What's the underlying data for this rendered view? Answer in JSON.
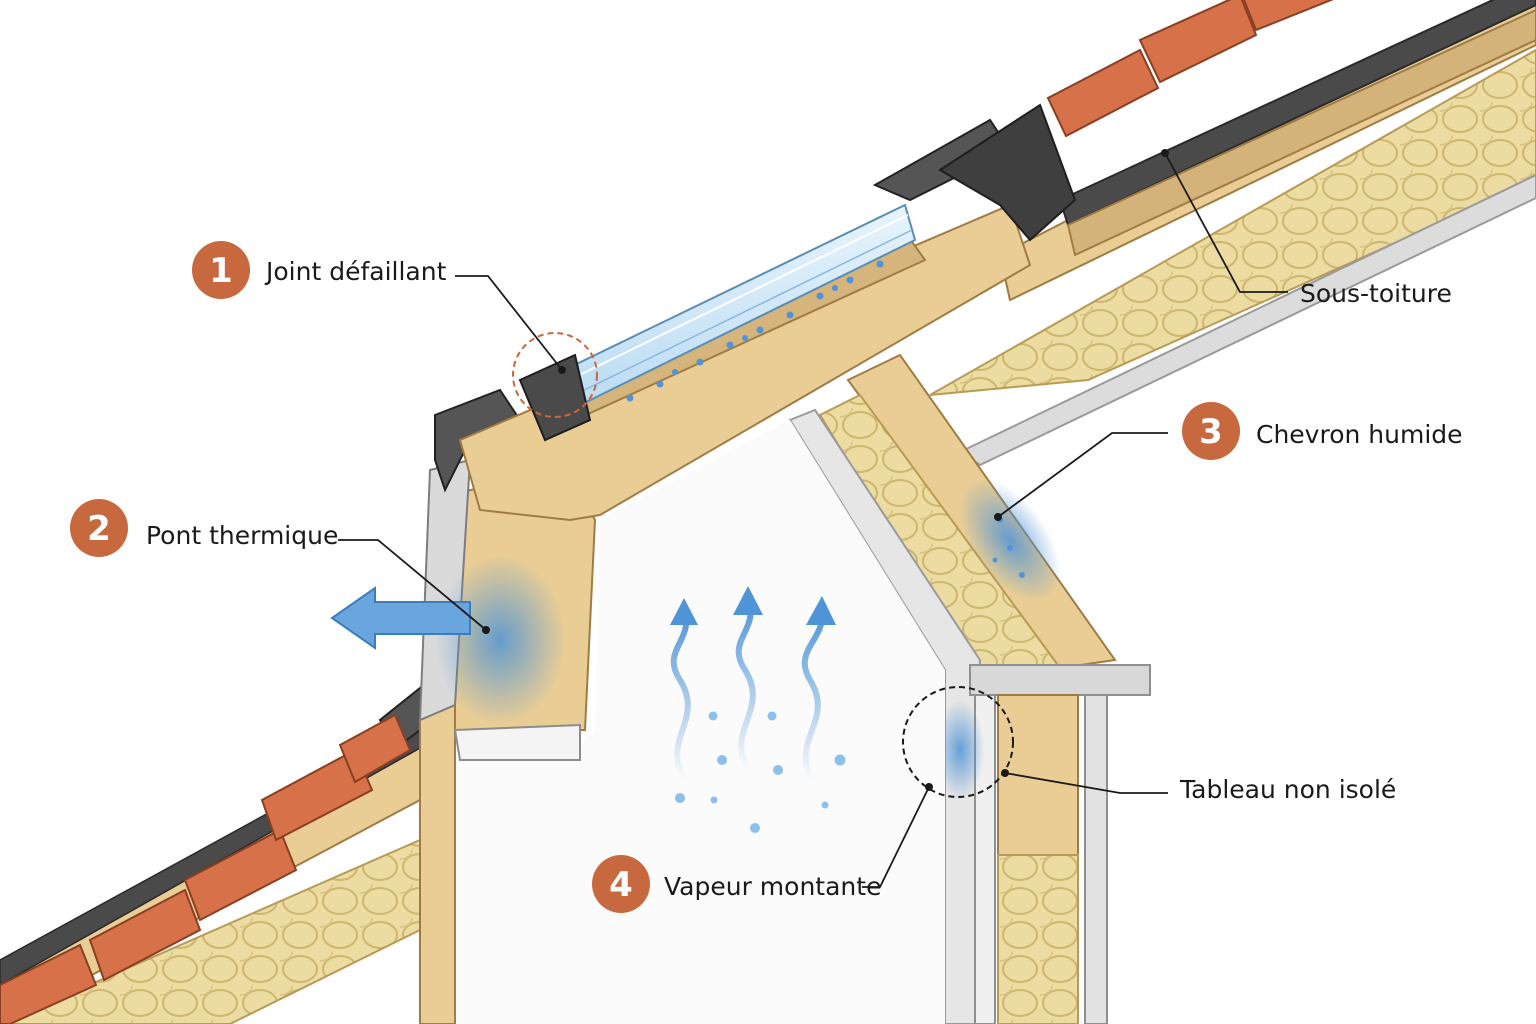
{
  "colors": {
    "badge": "#c8683e",
    "wood": "#e9cd95",
    "wood_dark": "#c9a063",
    "tile": "#d6714a",
    "insulation": "#ecdca2",
    "membrane": "#4a4a4a",
    "glass": "#cfe6f7",
    "moisture": "#4f94d6",
    "plaster": "#f2f2f2"
  },
  "callouts": [
    {
      "number": "1",
      "label": "Joint défaillant"
    },
    {
      "number": "2",
      "label": "Pont thermique"
    },
    {
      "number": "3",
      "label": "Chevron humide"
    },
    {
      "number": "4",
      "label": "Vapeur montante"
    }
  ],
  "labels": {
    "sous_toiture": "Sous-toiture",
    "tableau": "Tableau non isolé"
  }
}
